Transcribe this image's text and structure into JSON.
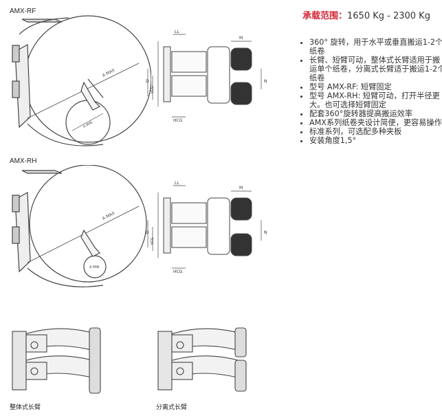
{
  "section_a": {
    "label": "AMX-RF"
  },
  "section_b": {
    "label": "AMX-RH"
  },
  "drawing_labels": {
    "a_max": "A MAX",
    "a_min": "A MIN",
    "ll": "LL",
    "m": "M",
    "d": "D",
    "n": "N",
    "vcg": "VCG",
    "hcg": "HCG"
  },
  "arm_captions": {
    "integral": "整体式长臂",
    "split": "分离式长臂"
  },
  "capacity": {
    "title": "承载范围：",
    "value": "1650 Kg - 2300 Kg"
  },
  "features": [
    "360° 旋转，用于水平或垂直搬运1-2个纸卷",
    "长臂、短臂可动，整体式长臂适用于搬运单个纸卷，分离式长臂适于搬运1-2个纸卷",
    "型号 AMX-RF: 短臂固定",
    "型号 AMX-RH: 短臂可动，打开半径更大。也可选择短臂固定",
    "配套360°旋转器提高搬运效率",
    "AMX系列纸卷夹设计简便，更容易操作",
    "标准系列，可选配多种夹板",
    "安装角度1,5°"
  ],
  "colors": {
    "accent": "#d6283a",
    "text": "#333333",
    "line": "#444444"
  }
}
